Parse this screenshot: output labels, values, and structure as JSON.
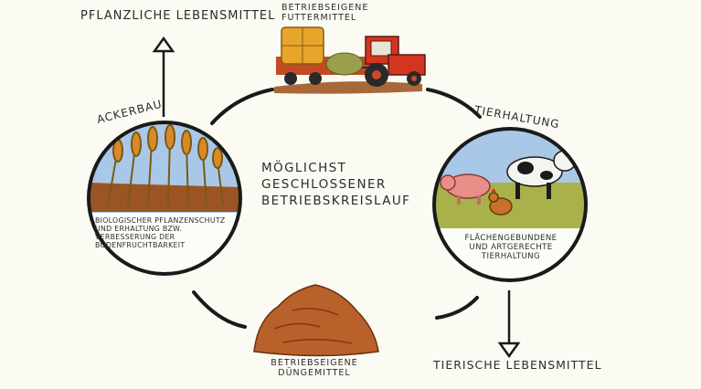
{
  "top_left_output": "Pflanzliche Lebensmittel",
  "feed": {
    "label": "Betriebseigene\nFuttermittel"
  },
  "center_text": "Möglichst\nGeschlossener\nBetriebskreislauf",
  "crop": {
    "title": "Ackerbau",
    "caption": "Biologischer Pflanzenschutz\nund Erhaltung bzw.\nVerbesserung der\nBodenfruchtbarkeit"
  },
  "livestock": {
    "title": "Tierhaltung",
    "caption": "Flächengebundene\nund artgerechte\nTierhaltung"
  },
  "manure": {
    "label": "Betriebseigene\nDüngemittel"
  },
  "bottom_right_output": "Tierische Lebensmittel",
  "colors": {
    "ink": "#1a1a1a",
    "sky": "#a9c8e8",
    "wheat": "#d9892a",
    "soil": "#9b5424",
    "grass": "#a9b24a",
    "tractor": "#d4351f",
    "hay": "#e7a52c",
    "pig": "#e98f8a"
  },
  "icons": [
    "arrow-up-icon",
    "arrow-down-icon",
    "tractor-icon",
    "hay-bale-icon",
    "wheat-icon",
    "pig-icon",
    "cow-icon",
    "chicken-icon",
    "manure-pile-icon"
  ]
}
